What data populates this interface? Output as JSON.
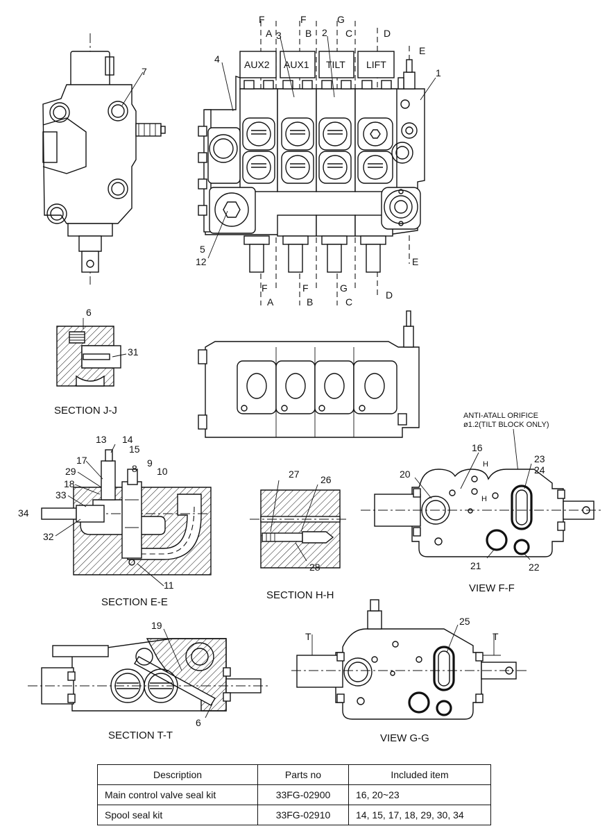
{
  "callouts": {
    "c1": "1",
    "c2": "2",
    "c3": "3",
    "c4": "4",
    "c5": "5",
    "c6": "6",
    "c6b": "6",
    "c7": "7",
    "c8": "8",
    "c9": "9",
    "c10": "10",
    "c11": "11",
    "c12": "12",
    "c13": "13",
    "c14": "14",
    "c15": "15",
    "c16": "16",
    "c17": "17",
    "c18": "18",
    "c19": "19",
    "c20": "20",
    "c21": "21",
    "c22": "22",
    "c23": "23",
    "c24": "24",
    "c25": "25",
    "c26": "26",
    "c27": "27",
    "c28": "28",
    "c29": "29",
    "c31": "31",
    "c32": "32",
    "c33": "33",
    "c34": "34"
  },
  "section_letters": {
    "F": "F",
    "A": "A",
    "B": "B",
    "G": "G",
    "C": "C",
    "D": "D",
    "E": "E",
    "H": "H",
    "T": "T"
  },
  "section_labels": {
    "aux2": "AUX2",
    "aux1": "AUX1",
    "tilt": "TILT",
    "lift": "LIFT"
  },
  "captions": {
    "section_jj": "SECTION J-J",
    "section_ee": "SECTION E-E",
    "section_hh": "SECTION H-H",
    "view_ff": "VIEW F-F",
    "section_tt": "SECTION T-T",
    "view_gg": "VIEW G-G"
  },
  "notes": {
    "orifice_line1": "ANTI-ATALL ORIFICE",
    "orifice_line2": "ø1.2(TILT BLOCK ONLY)"
  },
  "table": {
    "headers": [
      "Description",
      "Parts no",
      "Included item"
    ],
    "rows": [
      [
        "Main control valve seal kit",
        "33FG-02900",
        "16, 20~23"
      ],
      [
        "Spool seal kit",
        "33FG-02910",
        "14, 15, 17, 18, 29, 30, 34"
      ]
    ]
  }
}
